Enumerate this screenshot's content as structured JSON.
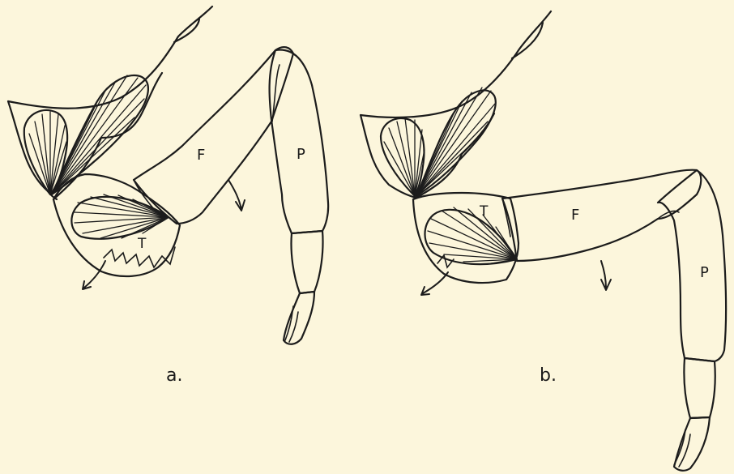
{
  "panels": [
    {
      "caption": "a.",
      "labels": {
        "femur": "F",
        "patella": "P",
        "trochanter": "T"
      }
    },
    {
      "caption": "b.",
      "labels": {
        "femur": "F",
        "patella": "P",
        "trochanter": "T"
      }
    }
  ]
}
